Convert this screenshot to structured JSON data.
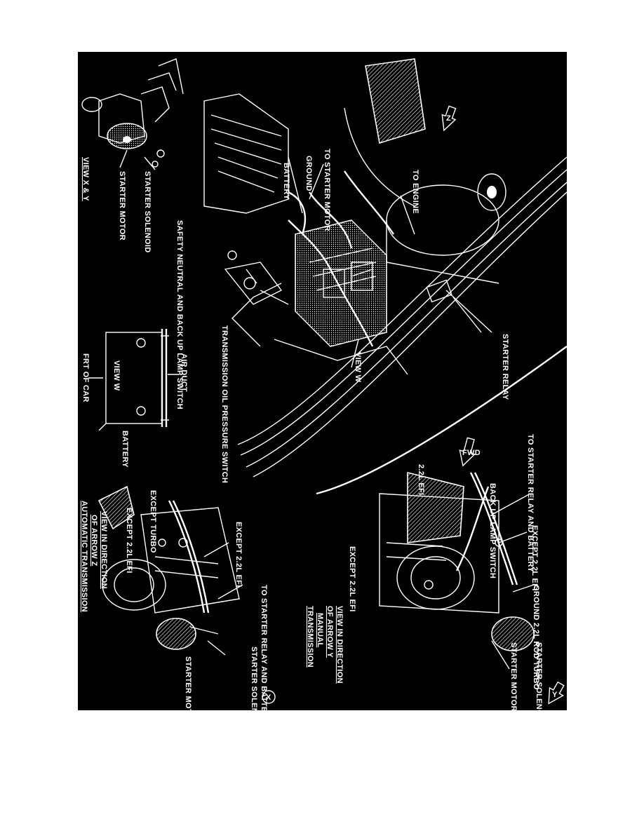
{
  "labels": {
    "starter_relay": "STARTER RELAY",
    "view_w_callout": "VIEW W",
    "to_engine": "TO ENGINE",
    "to_starter_motor": "TO STARTER MOTOR",
    "ground_main": "GROUND",
    "battery_main": "BATTERY",
    "safety_neutral": "SAFETY NEUTRAL AND BACK UP LAMP SWITCH",
    "transmission_oil_pressure": "TRANSMISSION OIL PRESSURE SWITCH",
    "starter_solenoid_xy": "STARTER SOLENOID",
    "starter_motor_xy": "STARTER MOTOR",
    "view_xy_title": "VIEW X & Y",
    "air_duct": "AIR DUCT",
    "view_w_title": "VIEW W",
    "frt_of_car": "FRT OF CAR",
    "battery_w": "BATTERY",
    "to_starter_relay_battery_top": "TO STARTER RELAY AND BATTERY",
    "back_up_lamp_switch": "BACK UP LAMP SWITCH",
    "efi_22_top": "2.2L EFI",
    "except_22_efi_top_a": "EXCEPT 2.2L EFI",
    "except_22_efi_top_b": "EXCEPT 2.2L EFI",
    "ground_rod_turbo": "GROUND 2.2L ROD TURBO",
    "starter_solenoid_y": "STARTER SOLENOID",
    "starter_motor_y": "STARTER MOTOR",
    "view_y_title_1": "VIEW IN DIRECTION",
    "view_y_title_2": "OF ARROW Y",
    "view_y_title_3": "MANUAL",
    "view_y_title_4": "TRANSMISSION",
    "except_turbo": "EXCEPT TURBO",
    "except_22_efi_bottom_a": "EXCEPT 2.2L EFI",
    "except_22_efi_bottom_b": "EXCEPT 2.2L EFI",
    "to_starter_relay_battery_bottom": "TO STARTER RELAY AND BATTERY",
    "starter_solenoid_x": "STARTER SOLENOID",
    "starter_motor_x": "STARTER MOTOR",
    "view_x_title_1": "VIEW IN DIRECTION",
    "view_x_title_2": "OF ARROW Z",
    "view_x_title_3": "AUTOMATIC TRANSMISSION",
    "arrow_z": "Z",
    "arrow_x": "X",
    "arrow_y": "Y",
    "arrow_fwd": "FWD"
  },
  "colors": {
    "background": "#000000",
    "linework": "#ffffff",
    "page": "#ffffff"
  }
}
